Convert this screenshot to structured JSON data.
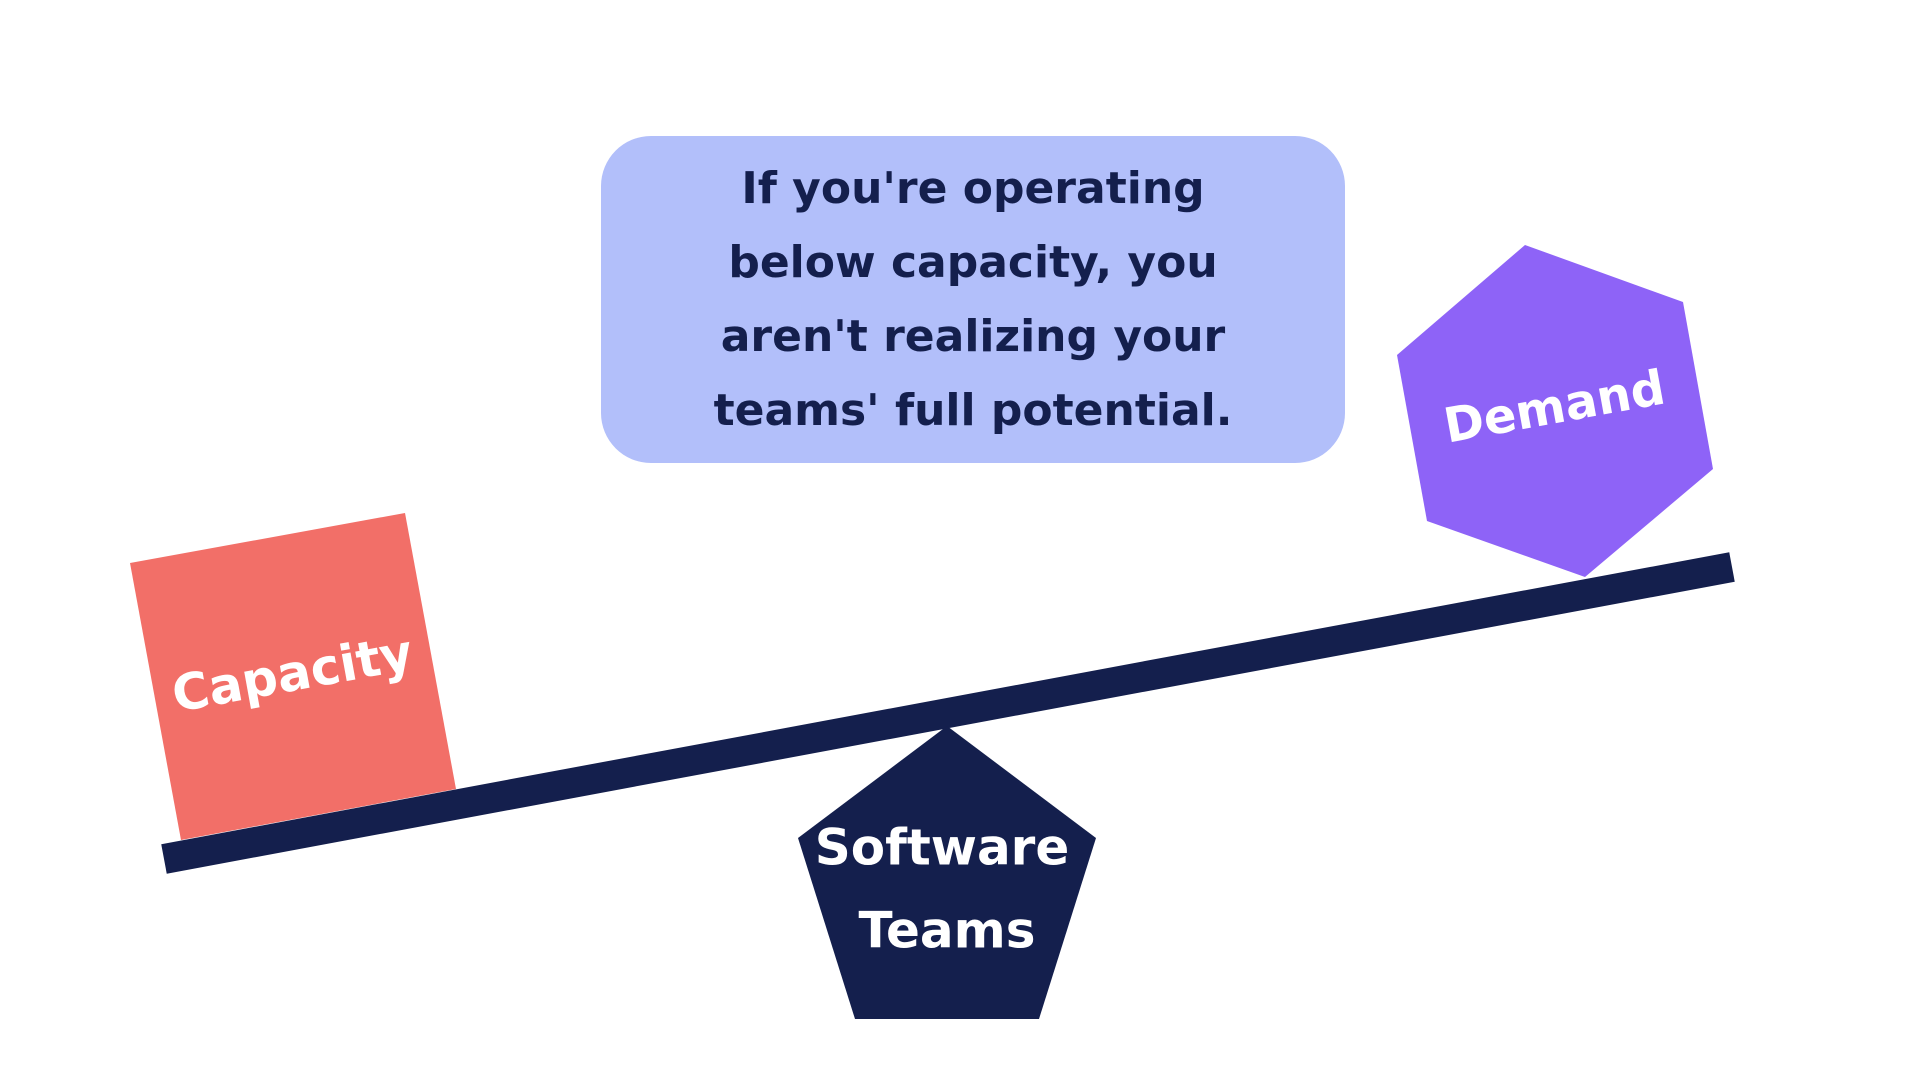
{
  "callout": {
    "text": "If you're operating below capacity, you aren't realizing your teams' full potential."
  },
  "labels": {
    "capacity": "Capacity",
    "demand": "Demand",
    "fulcrum_line1": "Software",
    "fulcrum_line2": "Teams"
  },
  "colors": {
    "callout_bg": "#b2bffa",
    "callout_text": "#141f4d",
    "capacity": "#f26f68",
    "demand": "#8e63f7",
    "beam": "#141f4d",
    "fulcrum": "#141f4d",
    "label_text": "#ffffff"
  }
}
